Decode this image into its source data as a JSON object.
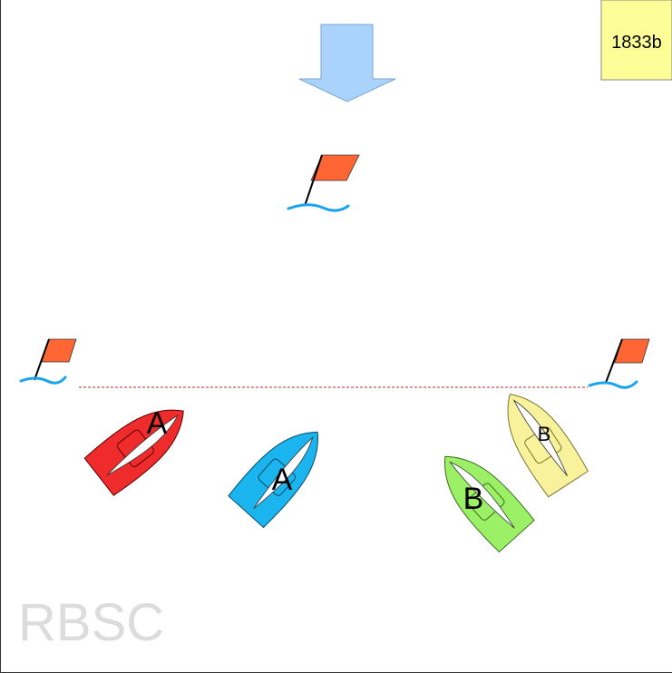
{
  "diagram_id": "1833b",
  "watermark": "RBSC",
  "boats": [
    {
      "label": "A",
      "color": "#ef2b2b"
    },
    {
      "label": "A",
      "color": "#1ab4ee"
    },
    {
      "label": "B",
      "color": "#9bf066"
    },
    {
      "label": "B",
      "color": "#f8f29c"
    }
  ],
  "colors": {
    "wind_arrow": "#a9d3fb",
    "flag": "#ff6633",
    "water": "#1aa3ef",
    "id_badge": "#fefe99",
    "line": "#b03030"
  }
}
